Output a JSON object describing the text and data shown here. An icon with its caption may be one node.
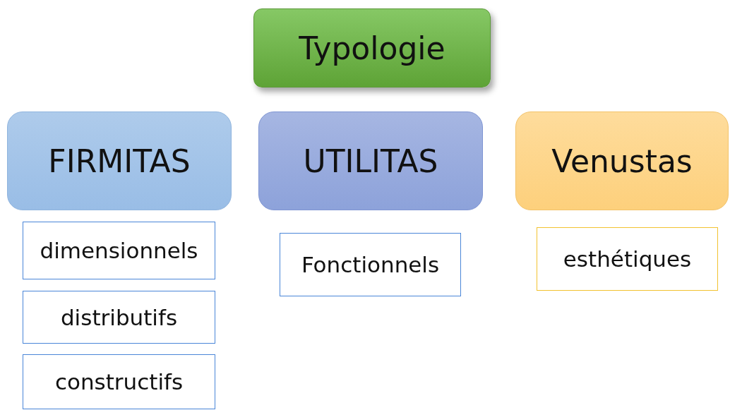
{
  "diagram": {
    "nodes": [
      {
        "text": [
          "Typologie"
        ]
      },
      {
        "text": [
          "FIRMITAS"
        ]
      },
      {
        "text": [
          "UTILITAS"
        ]
      },
      {
        "text": [
          "Venustas"
        ]
      },
      {
        "text": [
          "dimensionnels"
        ]
      },
      {
        "text": [
          "distributifs"
        ]
      },
      {
        "text": [
          "constructifs"
        ]
      },
      {
        "text": [
          "Fonctionnels"
        ]
      },
      {
        "text": [
          "esthétiques"
        ]
      }
    ]
  }
}
